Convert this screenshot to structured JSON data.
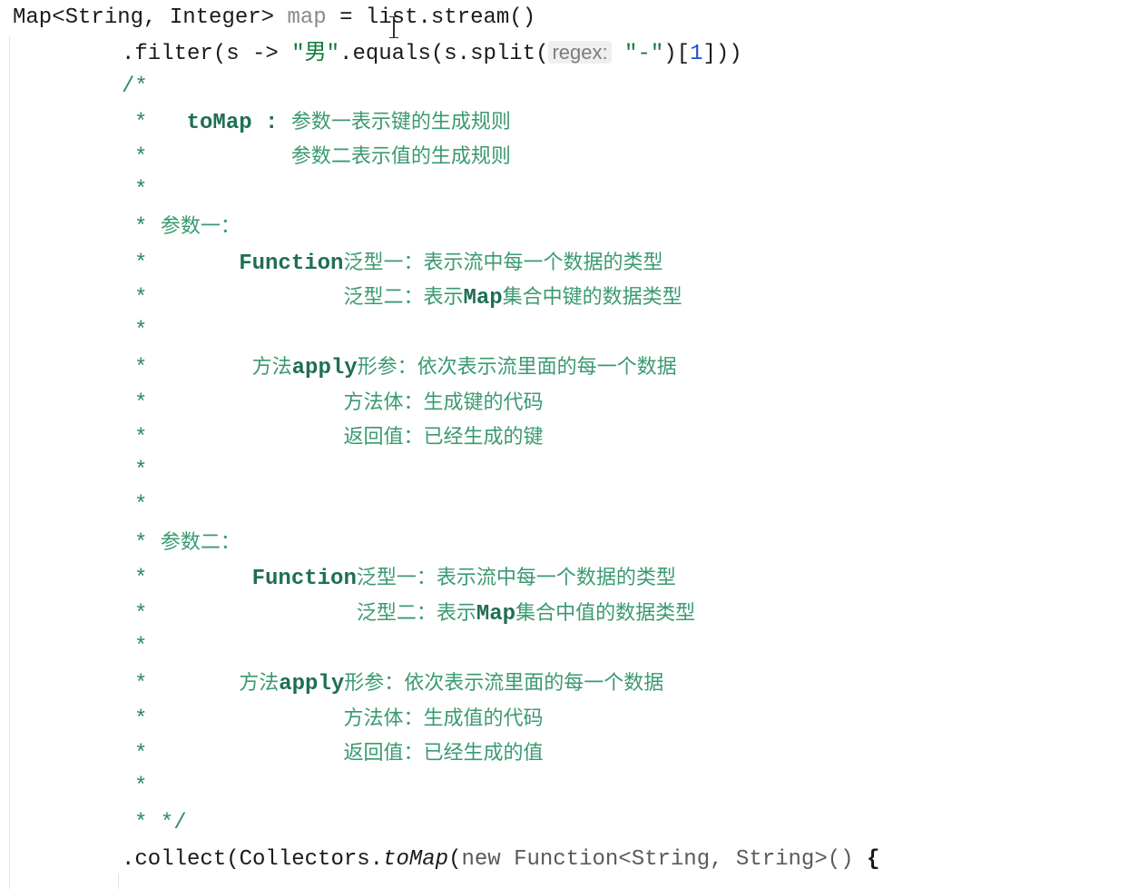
{
  "editor": {
    "language": "java",
    "lines": [
      [
        {
          "t": "Map<String, Integer> ",
          "s": "default"
        },
        {
          "t": "map",
          "s": "muted"
        },
        {
          "t": " = list.stream()",
          "s": "default"
        }
      ],
      [
        {
          "t": ".filter(s -> ",
          "s": "default"
        },
        {
          "t": "\"男\"",
          "s": "string"
        },
        {
          "t": ".equals(s.split(",
          "s": "default"
        },
        {
          "t": "regex:",
          "s": "hint"
        },
        {
          "t": " \"-\"",
          "s": "string"
        },
        {
          "t": ")[",
          "s": "default"
        },
        {
          "t": "1",
          "s": "number"
        },
        {
          "t": "]))",
          "s": "default"
        }
      ],
      [
        {
          "t": "/*",
          "s": "comment"
        }
      ],
      [
        {
          "t": "*   ",
          "s": "comment"
        },
        {
          "t": "toMap : ",
          "s": "cbold"
        },
        {
          "t": "参数一表示键的生成规则",
          "s": "cjk"
        }
      ],
      [
        {
          "t": "*           ",
          "s": "comment"
        },
        {
          "t": "参数二表示值的生成规则",
          "s": "cjk"
        }
      ],
      [
        {
          "t": "*",
          "s": "comment"
        }
      ],
      [
        {
          "t": "* ",
          "s": "comment"
        },
        {
          "t": "参数一：",
          "s": "cjk"
        }
      ],
      [
        {
          "t": "*       ",
          "s": "comment"
        },
        {
          "t": "Function",
          "s": "cbold"
        },
        {
          "t": "泛型一：表示流中每一个数据的类型",
          "s": "cjk"
        }
      ],
      [
        {
          "t": "*               ",
          "s": "comment"
        },
        {
          "t": "泛型二：表示",
          "s": "cjk"
        },
        {
          "t": "Map",
          "s": "cbold"
        },
        {
          "t": "集合中键的数据类型",
          "s": "cjk"
        }
      ],
      [
        {
          "t": "*",
          "s": "comment"
        }
      ],
      [
        {
          "t": "*        ",
          "s": "comment"
        },
        {
          "t": "方法",
          "s": "cjk"
        },
        {
          "t": "apply",
          "s": "cbold"
        },
        {
          "t": "形参：依次表示流里面的每一个数据",
          "s": "cjk"
        }
      ],
      [
        {
          "t": "*               ",
          "s": "comment"
        },
        {
          "t": "方法体：生成键的代码",
          "s": "cjk"
        }
      ],
      [
        {
          "t": "*               ",
          "s": "comment"
        },
        {
          "t": "返回值：已经生成的键",
          "s": "cjk"
        }
      ],
      [
        {
          "t": "*",
          "s": "comment"
        }
      ],
      [
        {
          "t": "*",
          "s": "comment"
        }
      ],
      [
        {
          "t": "* ",
          "s": "comment"
        },
        {
          "t": "参数二：",
          "s": "cjk"
        }
      ],
      [
        {
          "t": "*        ",
          "s": "comment"
        },
        {
          "t": "Function",
          "s": "cbold"
        },
        {
          "t": "泛型一：表示流中每一个数据的类型",
          "s": "cjk"
        }
      ],
      [
        {
          "t": "*                ",
          "s": "comment"
        },
        {
          "t": "泛型二：表示",
          "s": "cjk"
        },
        {
          "t": "Map",
          "s": "cbold"
        },
        {
          "t": "集合中值的数据类型",
          "s": "cjk"
        }
      ],
      [
        {
          "t": "*",
          "s": "comment"
        }
      ],
      [
        {
          "t": "*       ",
          "s": "comment"
        },
        {
          "t": "方法",
          "s": "cjk"
        },
        {
          "t": "apply",
          "s": "cbold"
        },
        {
          "t": "形参：依次表示流里面的每一个数据",
          "s": "cjk"
        }
      ],
      [
        {
          "t": "*               ",
          "s": "comment"
        },
        {
          "t": "方法体：生成值的代码",
          "s": "cjk"
        }
      ],
      [
        {
          "t": "*               ",
          "s": "comment"
        },
        {
          "t": "返回值：已经生成的值",
          "s": "cjk"
        }
      ],
      [
        {
          "t": "*",
          "s": "comment"
        }
      ],
      [
        {
          "t": "* */",
          "s": "comment"
        }
      ],
      [
        {
          "t": ".collect(Collectors.",
          "s": "default"
        },
        {
          "t": "toMap",
          "s": "italic"
        },
        {
          "t": "(",
          "s": "default"
        },
        {
          "t": "new ",
          "s": "gray"
        },
        {
          "t": "Function<String, String>() ",
          "s": "gray"
        },
        {
          "t": "{",
          "s": "bold"
        }
      ]
    ]
  }
}
